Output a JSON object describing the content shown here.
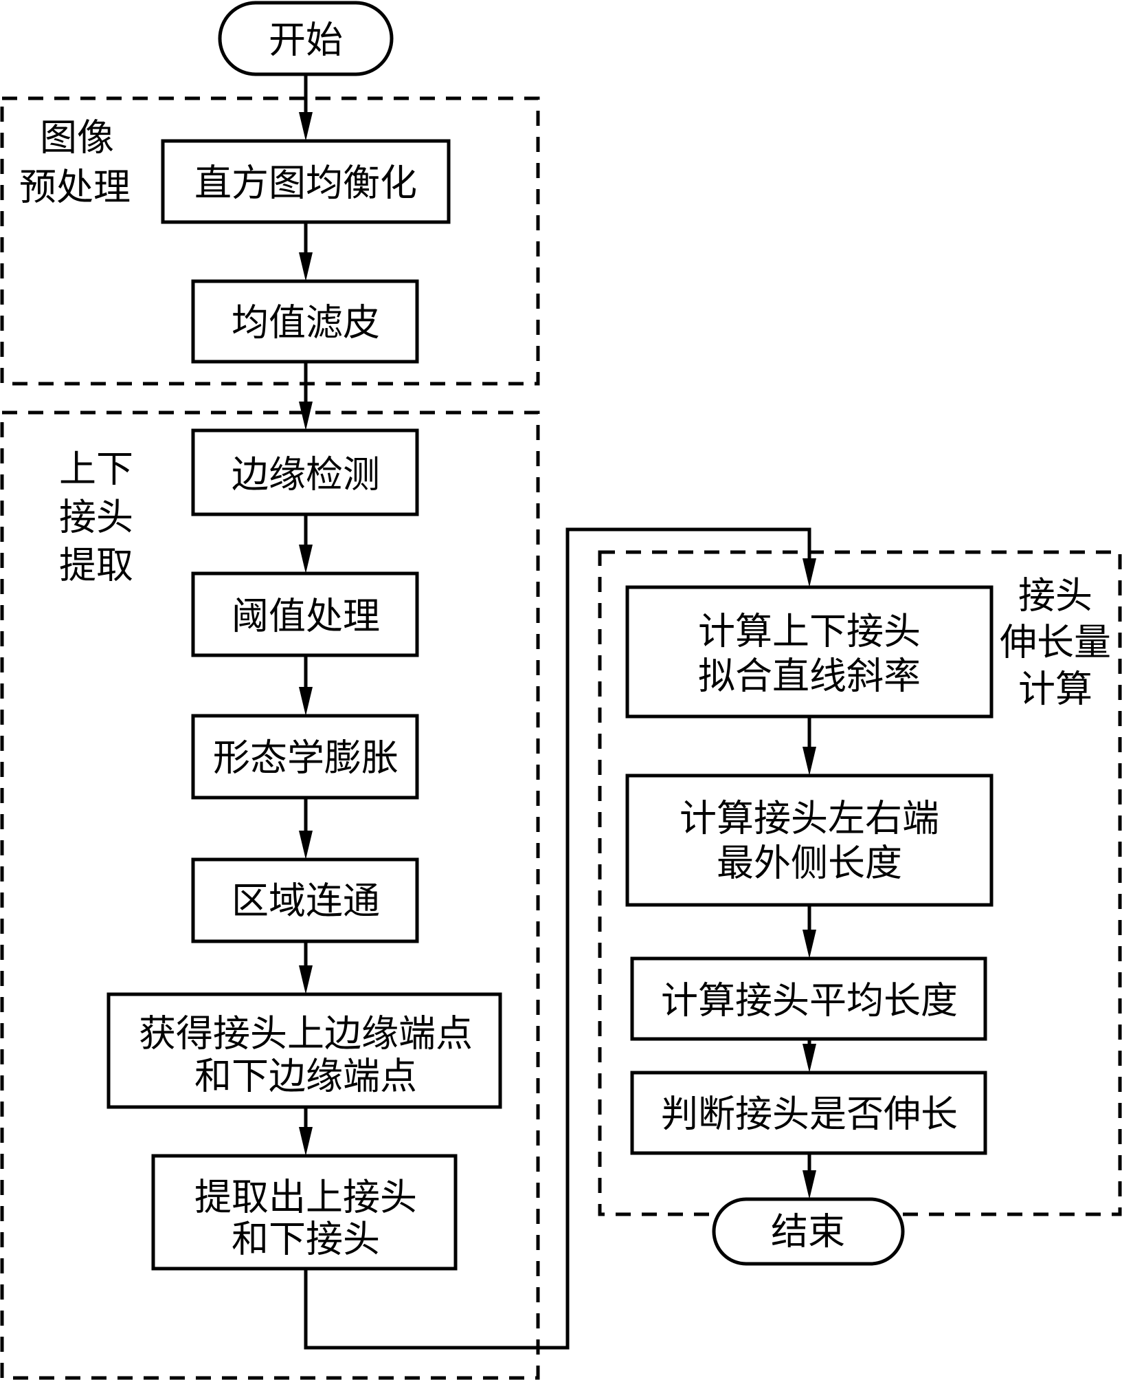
{
  "diagram": {
    "type": "flowchart",
    "colors": {
      "stroke": "#000000",
      "background": "#ffffff"
    },
    "start": {
      "label": "开始"
    },
    "end": {
      "label": "结束"
    },
    "groups": [
      {
        "id": "preprocess",
        "label_lines": [
          "图像",
          "预处理"
        ],
        "steps": [
          {
            "lines": [
              "直方图均衡化"
            ]
          },
          {
            "lines": [
              "均值滤皮"
            ]
          }
        ]
      },
      {
        "id": "extract",
        "label_lines": [
          "上下",
          "接头",
          "提取"
        ],
        "steps": [
          {
            "lines": [
              "边缘检测"
            ]
          },
          {
            "lines": [
              "阈值处理"
            ]
          },
          {
            "lines": [
              "形态学膨胀"
            ]
          },
          {
            "lines": [
              "区域连通"
            ]
          },
          {
            "lines": [
              "获得接头上边缘端点",
              "和下边缘端点"
            ]
          },
          {
            "lines": [
              "提取出上接头",
              "和下接头"
            ]
          }
        ]
      },
      {
        "id": "elongation",
        "label_lines": [
          "接头",
          "伸长量",
          "计算"
        ],
        "steps": [
          {
            "lines": [
              "计算上下接头",
              "拟合直线斜率"
            ]
          },
          {
            "lines": [
              "计算接头左右端",
              "最外侧长度"
            ]
          },
          {
            "lines": [
              "计算接头平均长度"
            ]
          },
          {
            "lines": [
              "判断接头是否伸长"
            ]
          }
        ]
      }
    ]
  }
}
